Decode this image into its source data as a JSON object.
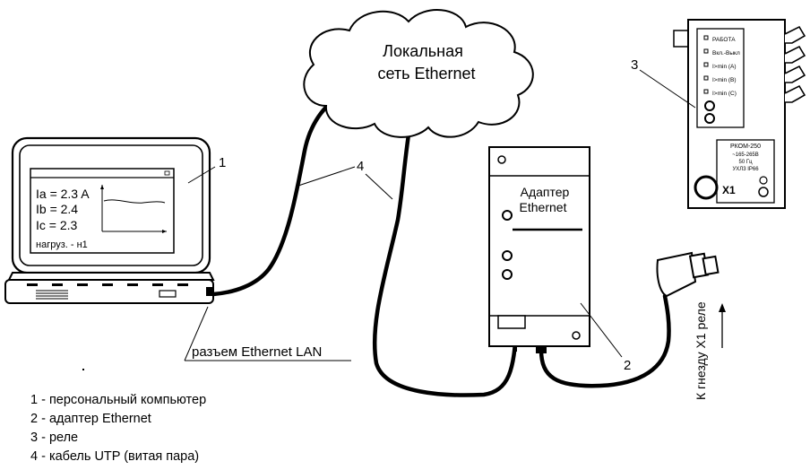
{
  "cloud_label": [
    "Локальная",
    "сеть Ethernet"
  ],
  "laptop": {
    "callout": "1",
    "screen_lines": [
      "Ia = 2.3 A",
      "Ib = 2.4",
      "Ic = 2.3",
      "нагруз. - н1"
    ]
  },
  "cable_callout": "4",
  "adapter": {
    "label": [
      "Адаптер",
      "Ethernet"
    ],
    "callout": "2"
  },
  "relay": {
    "callout": "3",
    "panel_labels": [
      "РАБОТА",
      "Вкл.-Выкл",
      "I>min (A)",
      "I>min (B)",
      "I>min (C)"
    ],
    "plate_lines": [
      "РКОМ-250",
      "~165-265В",
      "50 Гц",
      "УХЛ3  IP66"
    ],
    "connector_label": "X1"
  },
  "connector_caption": "К гнезду X1 реле",
  "ethernet_port_label": "разъем Ethernet LAN",
  "legend": [
    "1 - персональный компьютер",
    "2 - адаптер Ethernet",
    "3 - реле",
    "4 - кабель UTP (витая пара)"
  ]
}
